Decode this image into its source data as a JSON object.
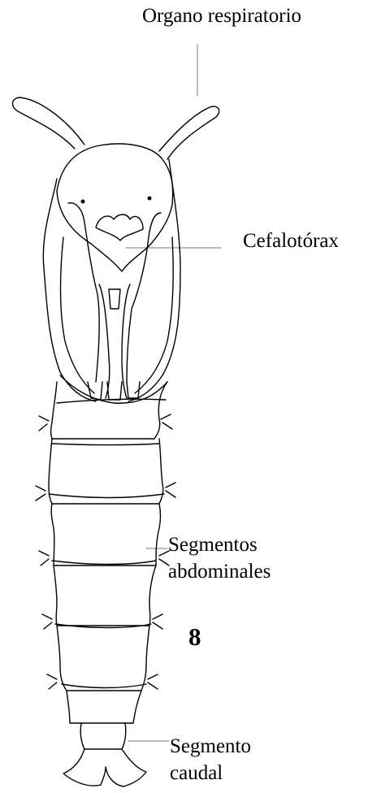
{
  "labels": {
    "respiratory_organ": "Organo respiratorio",
    "cephalothorax": "Cefalotórax",
    "abdominal_segments_line1": "Segmentos",
    "abdominal_segments_line2": "abdominales",
    "caudal_segment_line1": "Segmento",
    "caudal_segment_line2": "caudal"
  },
  "figure_number": "8",
  "colors": {
    "ink": "#000000",
    "leader_line": "#777777",
    "background": "#ffffff"
  }
}
